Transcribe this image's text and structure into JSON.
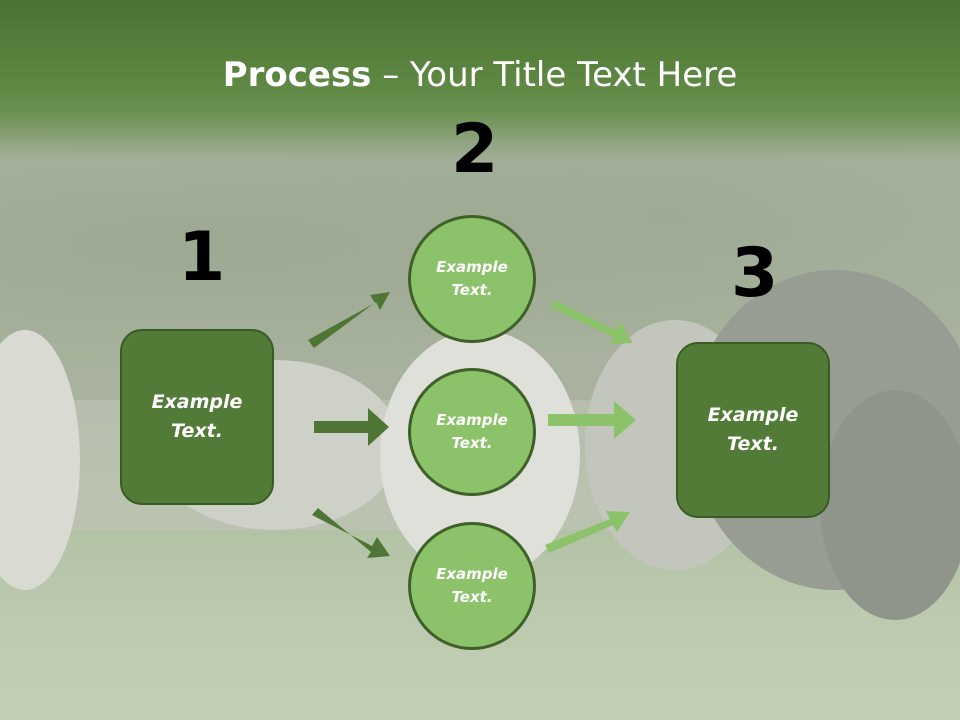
{
  "title": {
    "bold": "Process",
    "rest": " – Your Title Text Here"
  },
  "steps": {
    "n1": "1",
    "n2": "2",
    "n3": "3"
  },
  "left_box": {
    "text": "Example Text."
  },
  "right_box": {
    "text": "Example Text."
  },
  "circles": [
    {
      "text": "Example Text."
    },
    {
      "text": "Example Text."
    },
    {
      "text": "Example Text."
    }
  ],
  "colors": {
    "header": "#5a843f",
    "box_fill": "#537b38",
    "circle_fill": "#8cc26a",
    "dark_arrow": "#4f7535",
    "light_arrow": "#8cc26a"
  }
}
